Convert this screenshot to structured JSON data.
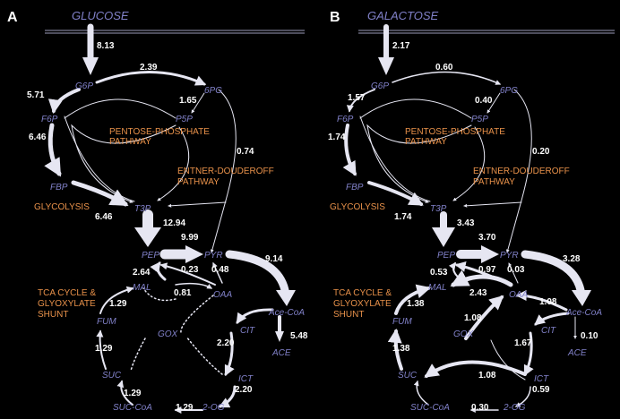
{
  "colors": {
    "background": "#000000",
    "metabolite": "#8080c8",
    "flux_value": "#ffffff",
    "pathway": "#e8914a",
    "arrow": "#e6e6f2"
  },
  "panel_a": {
    "letter": "A",
    "substrate": "GLUCOSE",
    "metabolites": {
      "g6p": "G6P",
      "f6p": "F6P",
      "fbp": "FBP",
      "t3p": "T3P",
      "pgl": "6PG",
      "p5p": "P5P",
      "pep": "PEP",
      "pyr": "PYR",
      "mal": "MAL",
      "oaa": "OAA",
      "fum": "FUM",
      "gox": "GOX",
      "suc": "SUC",
      "succoa": "SUC-CoA",
      "og": "2-OG",
      "icit": "ICT",
      "cit": "CIT",
      "acecoa": "Ace-CoA",
      "ace": "ACE"
    },
    "pathways": {
      "ppp1": "PENTOSE-PHOSPHATE",
      "ppp2": "PATHWAY",
      "ed1": "ENTNER-DOUDEROFF",
      "ed2": "PATHWAY",
      "gly": "GLYCOLYSIS",
      "tca1": "TCA CYCLE &",
      "tca2": "GLYOXYLATE",
      "tca3": "SHUNT"
    },
    "fluxes": {
      "uptake": "8.13",
      "g6p_6pg": "2.39",
      "g6p_f6p": "5.71",
      "pgl_p5p": "1.65",
      "f6p_fbp": "6.46",
      "ed": "0.74",
      "fbp_t3p": "6.46",
      "t3p_pep": "12.94",
      "pep_pyr": "9.99",
      "pyr_acecoa": "9.14",
      "mal_pep": "2.64",
      "oaa_pep": "0.23",
      "oaa_pyr": "0.48",
      "gox_mal": "0.81",
      "mal_fum": "1.29",
      "fum_suc": "1.29",
      "succoa_suc": "1.29",
      "og_succoa": "1.29",
      "cit_icit": "2.20",
      "icit_og": "2.20",
      "acecoa_ace": "5.48"
    }
  },
  "panel_b": {
    "letter": "B",
    "substrate": "GALACTOSE",
    "metabolites": {
      "g6p": "G6P",
      "f6p": "F6P",
      "fbp": "FBP",
      "t3p": "T3P",
      "pgl": "6PG",
      "p5p": "P5P",
      "pep": "PEP",
      "pyr": "PYR",
      "mal": "MAL",
      "oaa": "OAA",
      "fum": "FUM",
      "gox": "GOX",
      "suc": "SUC",
      "succoa": "SUC-CoA",
      "og": "2-OG",
      "icit": "ICT",
      "cit": "CIT",
      "acecoa": "Ace-CoA",
      "ace": "ACE"
    },
    "pathways": {
      "ppp1": "PENTOSE-PHOSPHATE",
      "ppp2": "PATHWAY",
      "ed1": "ENTNER-DOUDEROFF",
      "ed2": "PATHWAY",
      "gly": "GLYCOLYSIS",
      "tca1": "TCA CYCLE &",
      "tca2": "GLYOXYLATE",
      "tca3": "SHUNT"
    },
    "fluxes": {
      "uptake": "2.17",
      "g6p_6pg": "0.60",
      "g6p_f6p": "1.57",
      "pgl_p5p": "0.40",
      "f6p_fbp": "1.74",
      "ed": "0.20",
      "fbp_t3p": "1.74",
      "t3p_pep": "3.43",
      "pep_pyr": "3.70",
      "pyr_acecoa": "3.28",
      "mal_pep": "0.53",
      "oaa_pep": "0.97",
      "oaa_pyr": "0.03",
      "oaa_mal": "2.43",
      "acecoa_oaa": "1.08",
      "gox_oaa": "1.08",
      "mal_fum": "1.38",
      "fum_suc": "1.38",
      "suc_icit": "1.08",
      "og_succoa": "0.30",
      "cit_icit": "1.67",
      "icit_og": "0.59",
      "acecoa_ace": "0.10"
    }
  }
}
